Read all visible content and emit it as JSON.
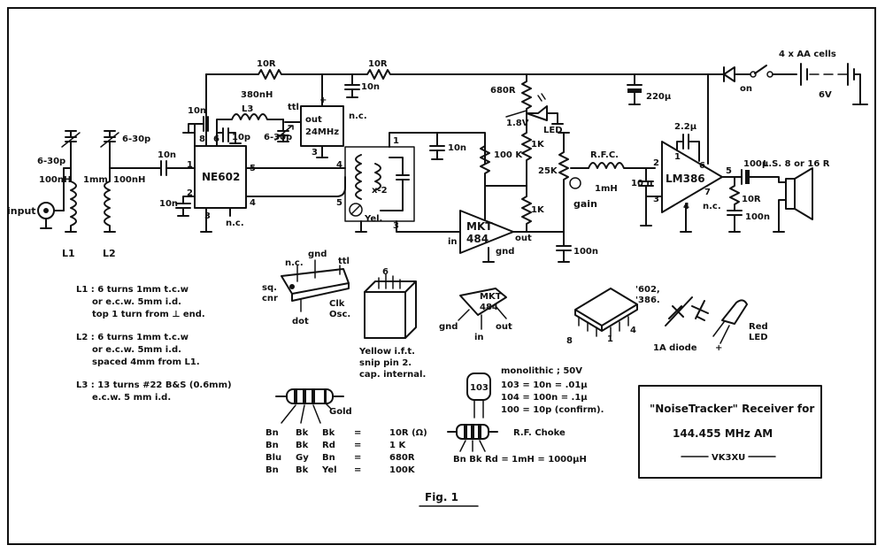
{
  "input": "input",
  "labels": {
    "r10_1": "10R",
    "r10_2": "10R",
    "c10n_top": "10n",
    "l380": "380nH",
    "l3": "L3",
    "c10n_a": "10n",
    "c10n_b": "10p",
    "trim": "6-30p",
    "osc_out": "out",
    "osc_freq": "24MHz",
    "nc1": "n.c.",
    "tt": "ttl",
    "trim1": "6-30p",
    "trim2": "6-30p",
    "l100a": "100nH",
    "l100b": "100nH",
    "mm1": "1mm",
    "c10n_in": "10n",
    "c10n_602": "10n",
    "ne602": "NE602",
    "nc602": "n.c.",
    "pin1": "1",
    "pin2": "2",
    "pin3": "3",
    "pin4": "4",
    "pin5": "5",
    "pin6": "6",
    "pin8": "8",
    "xm2": "x-2",
    "yel": "Yel.",
    "c10n_mid": "10n",
    "r100k": "100 K",
    "r680": "680R",
    "v18": "1.8V",
    "led": "LED",
    "r1k_a": "1K",
    "r1k_b": "1K",
    "mkt": "MKT",
    "mkt484": "484",
    "in": "in",
    "gnd": "gnd",
    "out": "out",
    "c100n_a": "100n",
    "pot": "25K",
    "gain": "gain",
    "rfc": "R.F.C.",
    "l1mh": "1mH",
    "c10n_386": "10 n",
    "lm386": "LM386",
    "c22": "2.2µ",
    "nc386": "n.c.",
    "c100u": "100µ",
    "r10_3": "10R",
    "c100n_b": "100n",
    "ls": "L.S. 8 or 16 R",
    "c220": "220µ",
    "batt": "4 x AA cells",
    "v6": "6V",
    "on": "on",
    "L1": "L1",
    "L2": "L2"
  },
  "notes": {
    "l1": [
      "L1 : 6 turns 1mm t.c.w",
      "or e.c.w. 5mm i.d.",
      "top 1 turn from ⊥ end."
    ],
    "l2": [
      "L2 : 6 turns 1mm t.c.w",
      "or e.c.w. 5mm i.d.",
      "spaced 4mm from L1."
    ],
    "l3": [
      "L3 : 13 turns #22 B&S (0.6mm)",
      "e.c.w. 5 mm i.d."
    ]
  },
  "osc_pinout": {
    "nc": "n.c.",
    "gnd": "gnd",
    "ttl": "ttl",
    "sq": "sq.",
    "cnr": "cnr",
    "clk": "Clk",
    "osc": "Osc.",
    "dot": "dot"
  },
  "ift": {
    "pin": "6",
    "lines": [
      "Yellow i.f.t.",
      "snip pin 2.",
      "cap. internal."
    ]
  },
  "mkt_pinout": {
    "name1": "MKT",
    "name2": "484",
    "gnd": "gnd",
    "in": "in",
    "out": "out"
  },
  "ic_pinout": {
    "p1": "'602,",
    "p2": "'386.",
    "n8": "8",
    "n1": "1",
    "n4": "4"
  },
  "diode": "1A diode",
  "redled": [
    "Red",
    "LED"
  ],
  "resistor_codes": {
    "gold": "Gold",
    "rows": [
      [
        "Bn",
        "Bk",
        "Bk",
        "=",
        "10R (Ω)"
      ],
      [
        "Bn",
        "Bk",
        "Rd",
        "=",
        "1 K"
      ],
      [
        "Blu",
        "Gy",
        "Bn",
        "=",
        "680R"
      ],
      [
        "Bn",
        "Bk",
        "Yel",
        "=",
        "100K"
      ]
    ]
  },
  "monolithic": {
    "title": "monolithic ; 50V",
    "code": "103",
    "lines": [
      "103 = 10n = .01µ",
      "104 = 100n = .1µ",
      "100 = 10p (confirm)."
    ]
  },
  "rfchoke": {
    "title": "R.F. Choke",
    "code": "Bn Bk Rd = 1mH = 1000µH"
  },
  "titlebox": {
    "line1": "\"NoiseTracker\" Receiver for",
    "line2": "144.455 MHz AM",
    "line3": "VK3XU"
  },
  "fig": "Fig. 1"
}
